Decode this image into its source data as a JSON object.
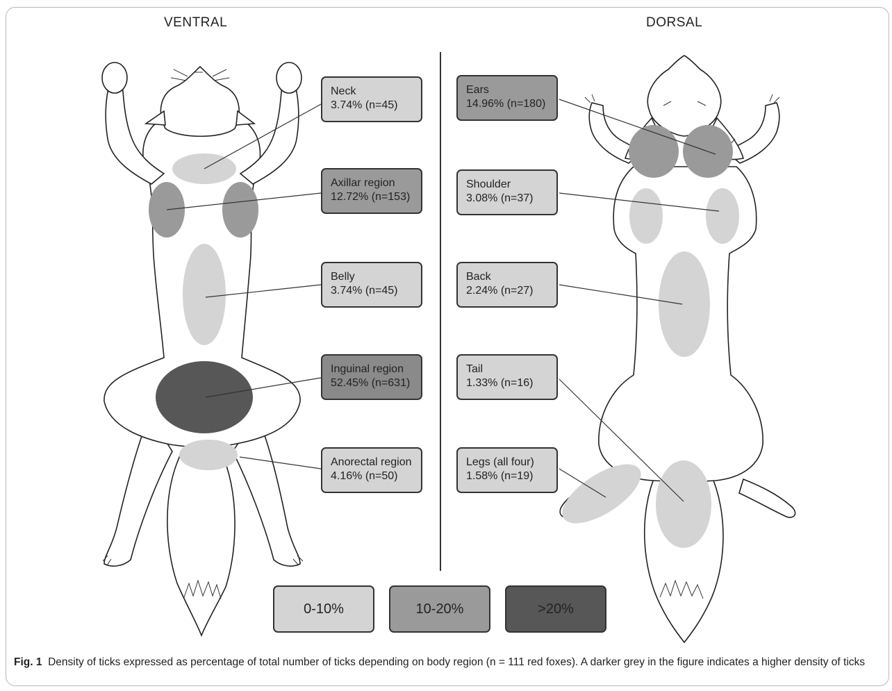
{
  "headings": {
    "ventral": "VENTRAL",
    "dorsal": "DORSAL"
  },
  "colors": {
    "light": "#d4d4d4",
    "medium": "#9a9a9a",
    "dark": "#575757",
    "outline": "#333333"
  },
  "ventral_regions": [
    {
      "name": "Neck",
      "value": "3.74% (n=45)",
      "category": "light"
    },
    {
      "name": "Axillar region",
      "value": "12.72% (n=153)",
      "category": "medium"
    },
    {
      "name": "Belly",
      "value": "3.74% (n=45)",
      "category": "light"
    },
    {
      "name": "Inguinal region",
      "value": "52.45% (n=631)",
      "category": "dark"
    },
    {
      "name": "Anorectal region",
      "value": "4.16% (n=50)",
      "category": "light"
    }
  ],
  "dorsal_regions": [
    {
      "name": "Ears",
      "value": "14.96% (n=180)",
      "category": "medium"
    },
    {
      "name": "Shoulder",
      "value": "3.08% (n=37)",
      "category": "light"
    },
    {
      "name": "Back",
      "value": "2.24% (n=27)",
      "category": "light"
    },
    {
      "name": "Tail",
      "value": "1.33% (n=16)",
      "category": "light"
    },
    {
      "name": "Legs (all four)",
      "value": "1.58% (n=19)",
      "category": "light"
    }
  ],
  "legend": [
    {
      "label": "0-10%",
      "category": "light"
    },
    {
      "label": "10-20%",
      "category": "medium"
    },
    {
      "label": ">20%",
      "category": "dark"
    }
  ],
  "caption": {
    "label": "Fig. 1",
    "text": "Density of ticks expressed as percentage of total number of ticks depending on body region (n = 111 red foxes). A darker grey in the figure indicates a higher density of ticks"
  }
}
